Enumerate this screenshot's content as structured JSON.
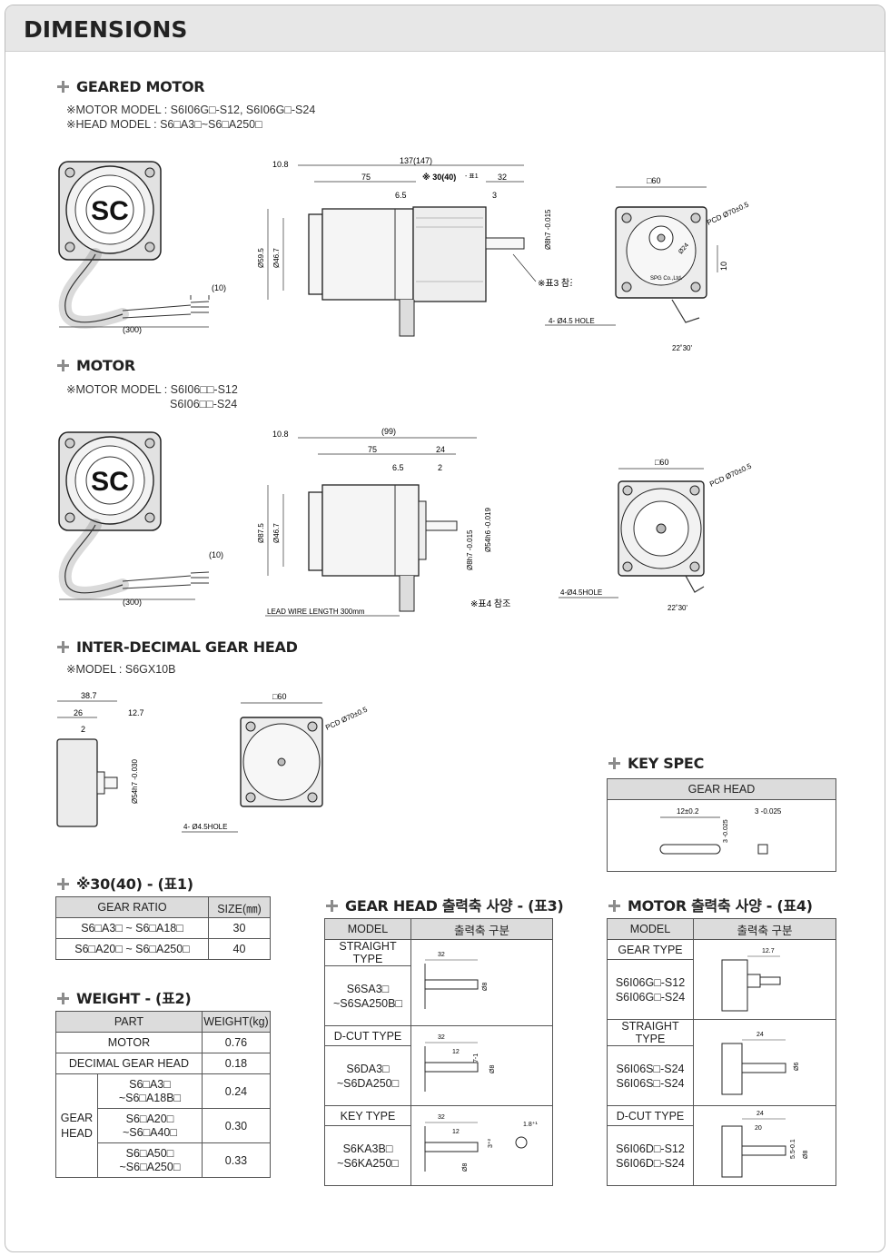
{
  "header": {
    "title": "DIMENSIONS"
  },
  "geared_motor": {
    "title": "GEARED MOTOR",
    "note1": "※MOTOR MODEL : S6I06G□-S12, S6I06G□-S24",
    "note2": "※HEAD MODEL : S6□A3□~S6□A250□",
    "labels": {
      "lead_end": "(10)",
      "lead_len": "(300)",
      "d108": "10.8",
      "d137": "137(147)",
      "d75": "75",
      "d3040": "※ 30(40)",
      "ref1": "- 표1",
      "d32": "32",
      "d65": "6.5",
      "d3": "3",
      "phi595": "Ø59.5",
      "phi467": "Ø46.7",
      "shaft_tol": "Ø8h7 -0.015",
      "ref3": "※표3 참조",
      "sq60": "□60",
      "pcd": "PCD Ø70±0.5",
      "phi24": "Ø24",
      "d10": "10",
      "hole": "4- Ø4.5 HOLE",
      "angle": "22˚30'",
      "logo": "SC",
      "brand": "SPG Co.,Ltd."
    }
  },
  "motor": {
    "title": "MOTOR",
    "note1": "※MOTOR MODEL : S6I06□□-S12",
    "note2": "S6I06□□-S24",
    "labels": {
      "lead_end": "(10)",
      "lead_len": "(300)",
      "d108": "10.8",
      "d99": "(99)",
      "d75": "75",
      "d24": "24",
      "d65": "6.5",
      "d2": "2",
      "phi875": "Ø87.5",
      "phi467": "Ø46.7",
      "shaft_tol": "Ø8h7 -0.015",
      "boss_tol": "Ø54h6 -0.019",
      "lead_wire": "LEAD WIRE LENGTH 300mm",
      "ref4": "※표4 참조",
      "sq60": "□60",
      "pcd": "PCD Ø70±0.5",
      "hole": "4-Ø4.5HOLE",
      "angle": "22˚30'"
    }
  },
  "gear_head": {
    "title": "INTER-DECIMAL GEAR HEAD",
    "note1": "※MODEL : S6GX10B",
    "labels": {
      "d387": "38.7",
      "d26": "26",
      "d127": "12.7",
      "d2": "2",
      "boss": "Ø54h7 -0.030",
      "sq60": "□60",
      "pcd": "PCD Ø70±0.5",
      "hole": "4- Ø4.5HOLE"
    }
  },
  "key_spec": {
    "title": "KEY SPEC",
    "header": "GEAR HEAD",
    "labels": {
      "len": "12±0.2",
      "h": "3 -0.025",
      "w": "3 -0.025"
    }
  },
  "table1": {
    "title": "※30(40) - (표1)",
    "headers": [
      "GEAR RATIO",
      "SIZE(㎜)"
    ],
    "rows": [
      [
        "S6□A3□ ~ S6□A18□",
        "30"
      ],
      [
        "S6□A20□ ~ S6□A250□",
        "40"
      ]
    ]
  },
  "table2": {
    "title": "WEIGHT - (표2)",
    "headers": [
      "PART",
      "WEIGHT(kg)"
    ],
    "motor": [
      "MOTOR",
      "0.76"
    ],
    "dec": [
      "DECIMAL GEAR HEAD",
      "0.18"
    ],
    "gear_label": [
      "GEAR",
      "HEAD"
    ],
    "gear_rows": [
      [
        "S6□A3□",
        "~S6□A18B□",
        "0.24"
      ],
      [
        "S6□A20□",
        "~S6□A40□",
        "0.30"
      ],
      [
        "S6□A50□",
        "~S6□A250□",
        "0.33"
      ]
    ]
  },
  "table3": {
    "title": "GEAR HEAD 출력축 사양 - (표3)",
    "headers": [
      "MODEL",
      "출력축 구분"
    ],
    "rows": [
      {
        "type": "STRAIGHT TYPE",
        "m1": "S6SA3□",
        "m2": "~S6SA250B□",
        "dims": [
          "32",
          "Ø8"
        ]
      },
      {
        "type": "D-CUT TYPE",
        "m1": "S6DA3□",
        "m2": "~S6DA250□",
        "dims": [
          "32",
          "12",
          "7-1",
          "Ø8"
        ]
      },
      {
        "type": "KEY TYPE",
        "m1": "S6KA3B□",
        "m2": "~S6KA250□",
        "dims": [
          "32",
          "12",
          "3⁺²",
          "1.8⁺¹",
          "Ø8"
        ]
      }
    ]
  },
  "table4": {
    "title": "MOTOR 출력축 사양 - (표4)",
    "headers": [
      "MODEL",
      "출력축 구분"
    ],
    "rows": [
      {
        "type": "GEAR TYPE",
        "m1": "S6I06G□-S12",
        "m2": "S6I06G□-S24",
        "dims": [
          "12.7"
        ]
      },
      {
        "type": "STRAIGHT TYPE",
        "m1": "S6I06S□-S24",
        "m2": "S6I06S□-S24",
        "dims": [
          "24",
          "Ø6"
        ]
      },
      {
        "type": "D-CUT TYPE",
        "m1": "S6I06D□-S12",
        "m2": "S6I06D□-S24",
        "dims": [
          "24",
          "20",
          "5.5-0.1",
          "Ø8"
        ]
      }
    ]
  }
}
